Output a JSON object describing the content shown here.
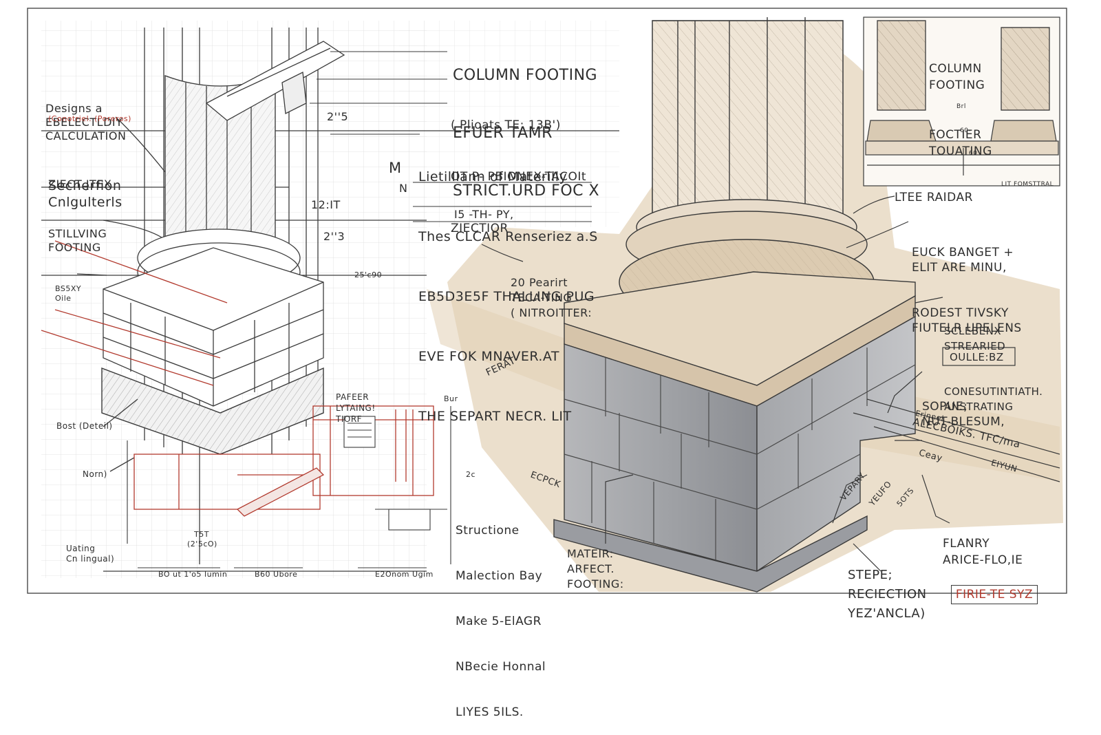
{
  "colors": {
    "ink": "#2e2e2e",
    "red": "#b23a2e",
    "wash": "#e6d6bf",
    "stone": "#a9aaad",
    "paper": "#ffffff"
  },
  "left_notes": {
    "design_calc": [
      "Designs a",
      "EBELECTLDIY",
      "CALCULATION"
    ],
    "design_calc_note": "(Conotriel. (Poreros)",
    "section_calc": [
      "Secherfion",
      "Cnlgulterls"
    ],
    "zect_jtex": "ZIECT JTEX",
    "stilving_footing": [
      "STILLVING",
      "FOOTING"
    ],
    "base_oile": [
      "BS5XY",
      "Oile"
    ],
    "bost_detail": "Bost (Deteil)",
    "norn": "Norn)",
    "uating": [
      "Uating",
      "Cn lingual)"
    ],
    "dim_a": "T5T",
    "dim_a_sub": "(2'5cO)",
    "bottom_left": "BO ut 1'o5 lumin",
    "bottom_mid": "B60 Ubore",
    "bottom_right": "E2Onom Ugim"
  },
  "center_notes": {
    "title_block": [
      "COLUMN FOOTING",
      "EFUER TAMR",
      "STRICT.URD FOC X",
      "( Plioats TE: 13B')",
      "OT P- PBIONEX-TACOIt",
      "ZIECTIOR"
    ],
    "material_block": [
      "Lietilllann of Materilly",
      "Thes CLCAR Renseriez a.S",
      "EB5D3E5F THALLING PUG",
      "EVE FOK MNAVER.AT",
      "THE SEPART NECR. LIT",
      "I5 -TH- PY,"
    ],
    "margin_m": "M",
    "margin_n": "N",
    "dim_225": "2''5",
    "dim_12": "12:IT",
    "dim_23": "2''3",
    "dim_small": "25'c90",
    "pafeer": [
      "PAFEER",
      "LYTAING!",
      "TIORF"
    ],
    "bur": "Bur",
    "dim_2c": "2c",
    "structione": [
      "Structione",
      "Malection Bay",
      "Make 5-ElAGR",
      "NBecie Honnal",
      "LIYES 5ILS."
    ],
    "pearirt": [
      "20 Pearirt",
      "TECA-TING",
      "( NITROITTER:"
    ],
    "mateir": [
      "MATEIR:",
      "ARFECT.",
      "FOOTING:"
    ]
  },
  "right_notes": {
    "inset_title": [
      "COLUMN",
      "FOOTING",
      "FOCTIER",
      "TOUATING"
    ],
    "inset_dim_a": "Brl",
    "inset_dim_b": "60-",
    "inset_dim_c": "60",
    "inset_caption": "LIT FOMSTTRAL",
    "ltee_raidar": "LTEE RAIDAR",
    "euck_banget": [
      "EUCK BANGET +",
      "ELIT ARE MINU,",
      "RODEST TIVSKY",
      "FIUTELR UPELENS"
    ],
    "sclebenx": [
      "SCLEBENX",
      "STREARIED",
      "CONESUTINTIATH.",
      "ANSTRATING"
    ],
    "oullebz": "OULLE:BZ",
    "sopue": [
      "SOPUE;",
      "NUT-BLESUM,"
    ],
    "erinnel": "Erinnel",
    "alecbors": "ALECBOIKS. TFC/ma",
    "ceay": "Ceay",
    "fiyun": "EIYUN",
    "vepary": "VEPARY",
    "yeufo": "YEUFO",
    "sots": "5OTS",
    "flanry": [
      "FLANRY",
      "ARICE-FLO,IE",
      "FIRIE-TE SYZ"
    ],
    "stepe": [
      "STEPE;",
      "RECIECTION",
      "YEZ'ANCLA)"
    ],
    "ecpck": "ECPCK",
    "ferat": "FERAT"
  }
}
